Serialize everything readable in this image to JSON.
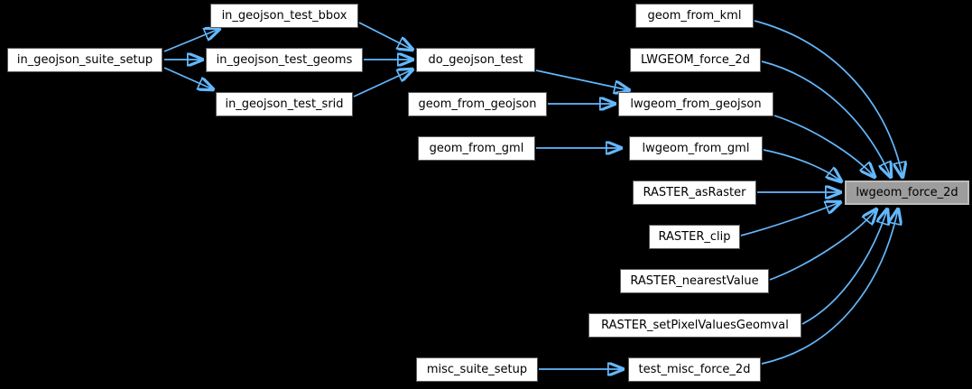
{
  "graph": {
    "kind": "caller-graph",
    "highlighted_node": "lwgeom_force_2d",
    "colors": {
      "background": "#000000",
      "edge": "#63b8ff",
      "node_fill": "#ffffff",
      "node_border": "#5c5c5c",
      "node_text": "#000000",
      "highlight_fill": "#9d9d9d",
      "highlight_border": "#bcbcbc"
    },
    "nodes": [
      {
        "id": "in_geojson_suite_setup",
        "label": "in_geojson_suite_setup"
      },
      {
        "id": "in_geojson_test_bbox",
        "label": "in_geojson_test_bbox"
      },
      {
        "id": "in_geojson_test_geoms",
        "label": "in_geojson_test_geoms"
      },
      {
        "id": "in_geojson_test_srid",
        "label": "in_geojson_test_srid"
      },
      {
        "id": "do_geojson_test",
        "label": "do_geojson_test"
      },
      {
        "id": "geom_from_geojson",
        "label": "geom_from_geojson"
      },
      {
        "id": "geom_from_gml",
        "label": "geom_from_gml"
      },
      {
        "id": "geom_from_kml",
        "label": "geom_from_kml"
      },
      {
        "id": "LWGEOM_force_2d",
        "label": "LWGEOM_force_2d"
      },
      {
        "id": "lwgeom_from_geojson",
        "label": "lwgeom_from_geojson"
      },
      {
        "id": "lwgeom_from_gml",
        "label": "lwgeom_from_gml"
      },
      {
        "id": "RASTER_asRaster",
        "label": "RASTER_asRaster"
      },
      {
        "id": "RASTER_clip",
        "label": "RASTER_clip"
      },
      {
        "id": "RASTER_nearestValue",
        "label": "RASTER_nearestValue"
      },
      {
        "id": "RASTER_setPixelValuesGeomval",
        "label": "RASTER_setPixelValuesGeomval"
      },
      {
        "id": "misc_suite_setup",
        "label": "misc_suite_setup"
      },
      {
        "id": "test_misc_force_2d",
        "label": "test_misc_force_2d"
      },
      {
        "id": "lwgeom_force_2d",
        "label": "lwgeom_force_2d"
      }
    ],
    "edges": [
      {
        "from": "in_geojson_suite_setup",
        "to": "in_geojson_test_bbox"
      },
      {
        "from": "in_geojson_suite_setup",
        "to": "in_geojson_test_geoms"
      },
      {
        "from": "in_geojson_suite_setup",
        "to": "in_geojson_test_srid"
      },
      {
        "from": "in_geojson_test_bbox",
        "to": "do_geojson_test"
      },
      {
        "from": "in_geojson_test_geoms",
        "to": "do_geojson_test"
      },
      {
        "from": "in_geojson_test_srid",
        "to": "do_geojson_test"
      },
      {
        "from": "do_geojson_test",
        "to": "lwgeom_from_geojson"
      },
      {
        "from": "geom_from_geojson",
        "to": "lwgeom_from_geojson"
      },
      {
        "from": "geom_from_gml",
        "to": "lwgeom_from_gml"
      },
      {
        "from": "geom_from_kml",
        "to": "lwgeom_force_2d"
      },
      {
        "from": "LWGEOM_force_2d",
        "to": "lwgeom_force_2d"
      },
      {
        "from": "lwgeom_from_geojson",
        "to": "lwgeom_force_2d"
      },
      {
        "from": "lwgeom_from_gml",
        "to": "lwgeom_force_2d"
      },
      {
        "from": "RASTER_asRaster",
        "to": "lwgeom_force_2d"
      },
      {
        "from": "RASTER_clip",
        "to": "lwgeom_force_2d"
      },
      {
        "from": "RASTER_nearestValue",
        "to": "lwgeom_force_2d"
      },
      {
        "from": "RASTER_setPixelValuesGeomval",
        "to": "lwgeom_force_2d"
      },
      {
        "from": "misc_suite_setup",
        "to": "test_misc_force_2d"
      },
      {
        "from": "test_misc_force_2d",
        "to": "lwgeom_force_2d"
      }
    ]
  }
}
